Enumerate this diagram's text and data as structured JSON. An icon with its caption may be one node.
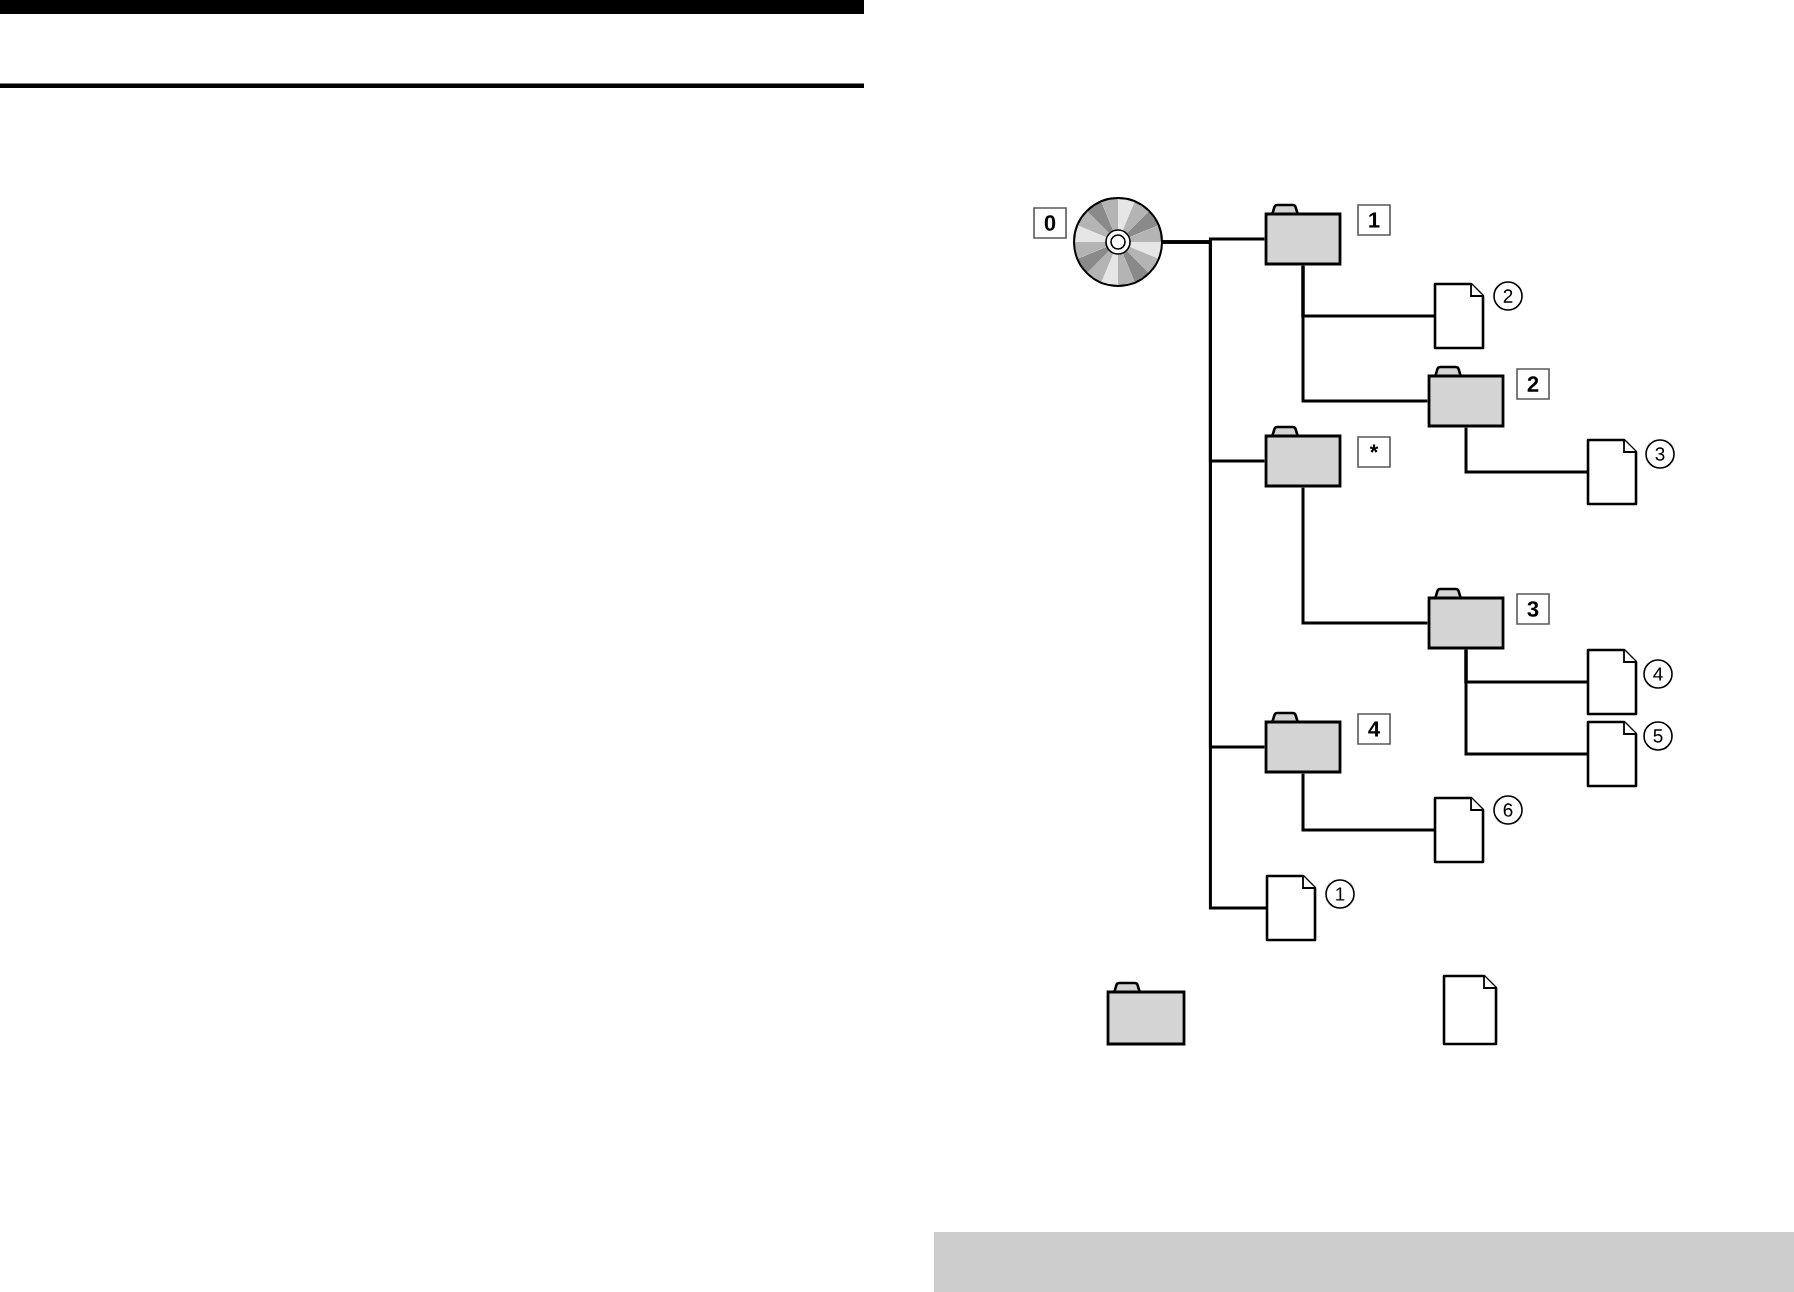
{
  "diagram": {
    "nodes": [
      {
        "text": [],
        "shape": "picture",
        "beside": [
          "0"
        ]
      },
      {
        "text": [],
        "shape": "folder",
        "beside": [
          "1"
        ]
      },
      {
        "text": [],
        "shape": "document",
        "beside": [
          "2"
        ]
      },
      {
        "text": [],
        "shape": "folder",
        "beside": [
          "2"
        ]
      },
      {
        "text": [],
        "shape": "document",
        "beside": [
          "3"
        ]
      },
      {
        "text": [],
        "shape": "folder",
        "beside": [
          "*"
        ]
      },
      {
        "text": [],
        "shape": "folder",
        "beside": [
          "3"
        ]
      },
      {
        "text": [],
        "shape": "document",
        "beside": [
          "4"
        ]
      },
      {
        "text": [],
        "shape": "document",
        "beside": [
          "5"
        ]
      },
      {
        "text": [],
        "shape": "folder",
        "beside": [
          "4"
        ]
      },
      {
        "text": [],
        "shape": "document",
        "beside": [
          "6"
        ]
      },
      {
        "text": [],
        "shape": "document",
        "beside": [
          "1"
        ]
      },
      {
        "text": [],
        "shape": "folder"
      },
      {
        "text": [],
        "shape": "document"
      },
      {
        "text": [],
        "shape": "bar"
      }
    ],
    "edges": [
      {
        "from": 0,
        "to": 1,
        "arrow": "none"
      },
      {
        "from": 0,
        "to": 5,
        "arrow": "none"
      },
      {
        "from": 0,
        "to": 9,
        "arrow": "none"
      },
      {
        "from": 0,
        "to": 11,
        "arrow": "none"
      },
      {
        "from": 1,
        "to": 2,
        "arrow": "none"
      },
      {
        "from": 1,
        "to": 3,
        "arrow": "none"
      },
      {
        "from": 3,
        "to": 4,
        "arrow": "none"
      },
      {
        "from": 5,
        "to": 6,
        "arrow": "none"
      },
      {
        "from": 6,
        "to": 7,
        "arrow": "none"
      },
      {
        "from": 6,
        "to": 8,
        "arrow": "none"
      },
      {
        "from": 9,
        "to": 10,
        "arrow": "none"
      }
    ]
  }
}
